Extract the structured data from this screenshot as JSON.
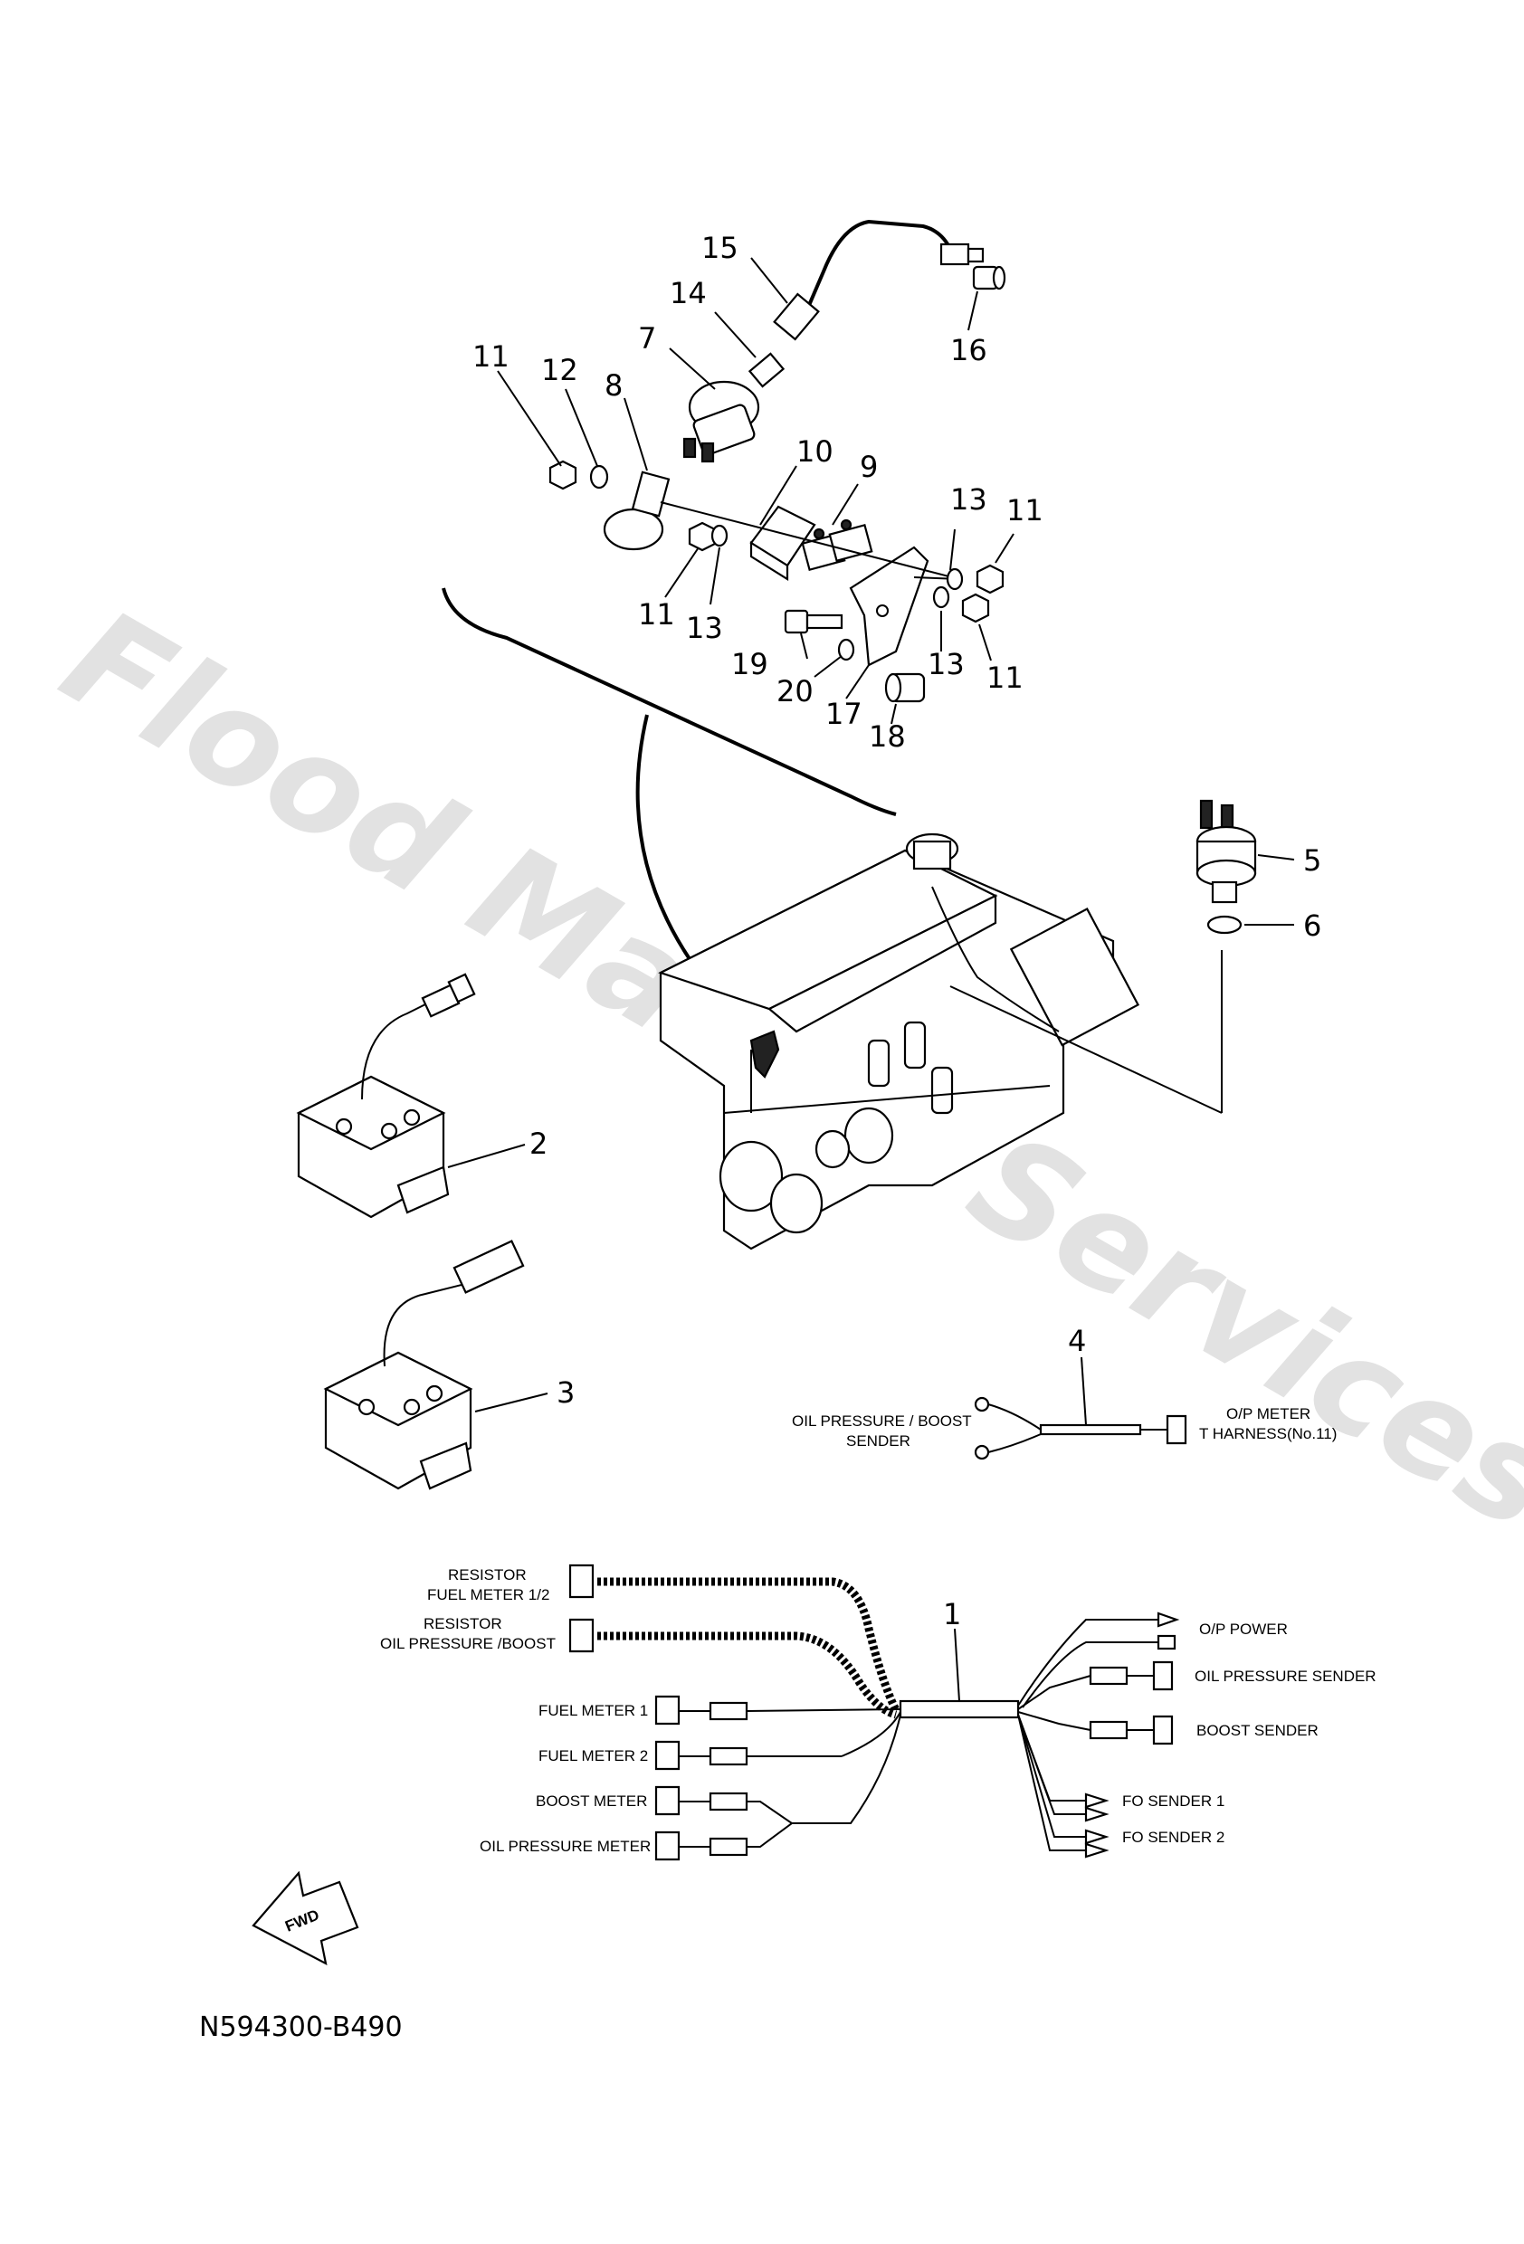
{
  "watermark": "Flood Marine Services",
  "callouts": {
    "p1": "1",
    "p2": "2",
    "p3": "3",
    "p4": "4",
    "p5": "5",
    "p6": "6",
    "p7": "7",
    "p8": "8",
    "p9": "9",
    "p10": "10",
    "p11a": "11",
    "p11b": "11",
    "p11c": "11",
    "p11d": "11",
    "p12": "12",
    "p13a": "13",
    "p13b": "13",
    "p13c": "13",
    "p14": "14",
    "p15": "15",
    "p16": "16",
    "p17": "17",
    "p18": "18",
    "p19": "19",
    "p20": "20"
  },
  "harness4": {
    "left_label_line1": "OIL PRESSURE / BOOST",
    "left_label_line2": "SENDER",
    "right_label_line1": "O/P METER",
    "right_label_line2": "T HARNESS(No.11)"
  },
  "harness1": {
    "resistor_fuel_line1": "RESISTOR",
    "resistor_fuel_line2": "FUEL METER 1/2",
    "resistor_oil_line1": "RESISTOR",
    "resistor_oil_line2": "OIL PRESSURE /BOOST",
    "fuel_meter_1": "FUEL METER 1",
    "fuel_meter_2": "FUEL METER 2",
    "boost_meter": "BOOST METER",
    "oil_pressure_meter": "OIL PRESSURE METER",
    "op_power": "O/P POWER",
    "oil_pressure_sender": "OIL PRESSURE SENDER",
    "boost_sender": "BOOST SENDER",
    "fo_sender_1": "FO SENDER 1",
    "fo_sender_2": "FO SENDER 2"
  },
  "fwd_arrow": "FWD",
  "diagram_code": "N594300-B490"
}
